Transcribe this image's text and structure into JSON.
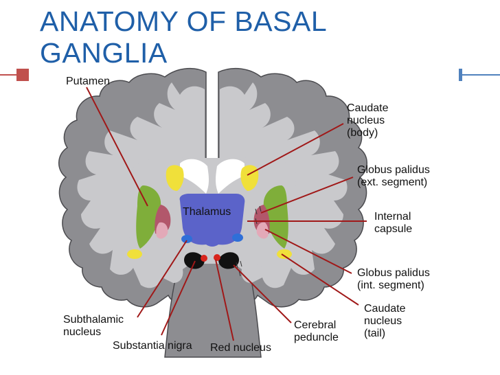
{
  "slide": {
    "title": "ANATOMY OF BASAL GANGLIA",
    "title_color": "#1f5fa8",
    "accent_red": "#c0504d",
    "accent_blue": "#4f81bd"
  },
  "diagram": {
    "thalamus_label": "Thalamus",
    "labels": {
      "putamen": "Putamen",
      "caudate_body": [
        "Caudate",
        "nucleus",
        "(body)"
      ],
      "gp_ext": [
        "Globus palidus",
        "(ext. segment)"
      ],
      "internal_capsule": [
        "Internal",
        "capsule"
      ],
      "gp_int": [
        "Globus palidus",
        "(int. segment)"
      ],
      "caudate_tail": [
        "Caudate",
        "nucleus",
        "(tail)"
      ],
      "cerebral_peduncle": [
        "Cerebral",
        "peduncle"
      ],
      "red_nucleus": "Red nucleus",
      "substantia_nigra": "Substantia nigra",
      "subthalamic": [
        "Subthalamic",
        "nucleus"
      ]
    },
    "colors": {
      "gray_matter": "#8d8d91",
      "white_matter": "#c9c9cc",
      "putamen": "#7fae3a",
      "caudate": "#f0e03a",
      "globus_pallidus_ext": "#b2576b",
      "globus_pallidus_int": "#e3a9b8",
      "thalamus": "#5b63c9",
      "subthalamic": "#2f6fd8",
      "substantia_nigra": "#111111",
      "red_nucleus": "#d8241c",
      "ventricle": "#ffffff",
      "leader": "#a01818"
    }
  }
}
